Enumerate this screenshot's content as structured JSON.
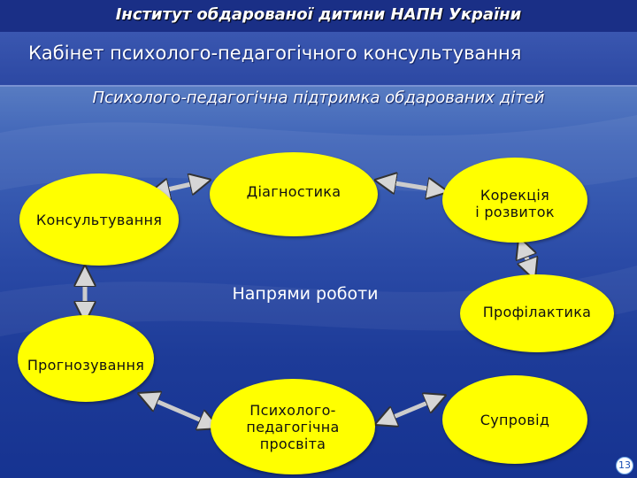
{
  "header": {
    "institute": "Інститут обдарованої дитини НАПН України",
    "cabinet": "Кабінет  психолого-педагогічного консультування"
  },
  "subtitle": "Психолого-педагогічна підтримка обдарованих дітей",
  "center": "Напрями роботи",
  "nodes": {
    "diagnostics": "Діагностика",
    "consulting": "Консультування",
    "correction_1": "Корекція",
    "correction_2": "і розвиток",
    "prevention": "Профілактика",
    "forecasting": "Прогнозування",
    "education_1": "Психолого-",
    "education_2": "педагогічна",
    "education_3": "просвіта",
    "support": "Супровід"
  },
  "page_number": "13",
  "colors": {
    "node_fill": "#ffff00",
    "arrow": "#cccccc"
  }
}
